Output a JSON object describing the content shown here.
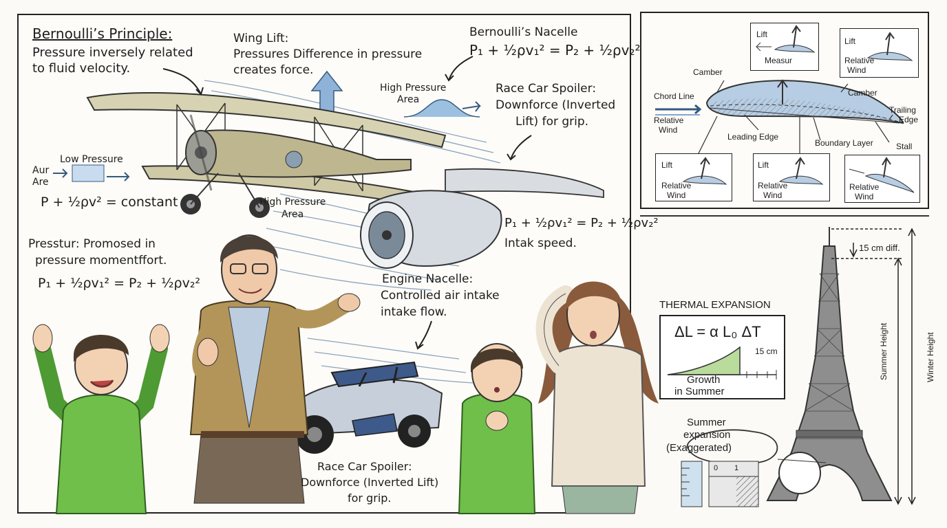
{
  "main_panel": {
    "bernoulli_title": "Bernoulli’s Principle:",
    "bernoulli_desc_1": "Pressure inversely related",
    "bernoulli_desc_2": "to fluid velocity.",
    "wing_lift_title": "Wing Lift:",
    "wing_lift_desc_1": "Pressures Difference in pressure",
    "wing_lift_desc_2": "creates force.",
    "nacelle_title": "Bernoulli’s Nacelle",
    "nacelle_equation": "P₁ + ½ρv₁² = P₂ + ½ρv₂²",
    "high_pressure_top_1": "High Pressure",
    "high_pressure_top_2": "Area",
    "spoiler_top_1": "Race Car Spoiler:",
    "spoiler_top_2": "Downforce (Inverted",
    "spoiler_top_3": "Lift) for grip.",
    "air_label_1": "Aur",
    "air_label_2": "Are",
    "low_pressure": "Low Pressure",
    "constant_equation": "P + ½ρv² = constant",
    "high_pressure_mid_1": "High Pressure",
    "high_pressure_mid_2": "Area",
    "intake_equation": "P₁ + ½ρv₁² = P₂ + ½ρv₂²",
    "intake_speed": "Intak speed.",
    "pressure_note_1": "Presstur: Promosed in",
    "pressure_note_2": "pressure momentffort.",
    "pressure_equation": "P₁ + ½ρv₁² = P₂ + ½ρv₂²",
    "engine_title": "Engine Nacelle:",
    "engine_desc_1": "Controlled air intake",
    "engine_desc_2": "intake flow.",
    "spoiler_bottom_1": "Race Car Spoiler:",
    "spoiler_bottom_2": "Downforce (Inverted Lift)",
    "spoiler_bottom_3": "for grip."
  },
  "airfoil_panel": {
    "inset_top_left_lift": "Lift",
    "inset_top_left_measure": "Measur",
    "inset_top_right_lift": "Lift",
    "inset_top_right_rw_1": "Relative",
    "inset_top_right_rw_2": "Wind",
    "camber_left": "Camber",
    "camber_right": "Camber",
    "chord_line": "Chord Line",
    "relative_wind_1": "Relative",
    "relative_wind_2": "Wind",
    "trailing_edge_1": "Trailing",
    "trailing_edge_2": "Edge",
    "leading_edge": "Leading Edge",
    "boundary_layer": "Boundary Layer",
    "stall": "Stall",
    "bottom_insets": [
      {
        "lift": "Lift",
        "rw_1": "Relative",
        "rw_2": "Wind"
      },
      {
        "lift": "Lift",
        "rw_1": "Relative",
        "rw_2": "Wind"
      },
      {
        "lift": "",
        "rw_1": "Relative",
        "rw_2": "Wind"
      }
    ]
  },
  "tower_panel": {
    "diff_label": "15 cm diff.",
    "thermal_title": "THERMAL EXPANSION",
    "formula": "ΔL = α L₀ ΔT",
    "measure_15": "15 cm",
    "growth_1": "Growth",
    "growth_2": "in Summer",
    "summer_exp_1": "Summer",
    "summer_exp_2": "expansion",
    "summer_exp_3": "(Exaggerated)",
    "summer_height": "Summer Height",
    "winter_height": "Winter Height",
    "ruler_0": "0",
    "ruler_1": "1"
  },
  "colors": {
    "ink": "#1d1d1d",
    "sky_blue": "#7fa7cf",
    "green_hoodie": "#6fbf4a",
    "tan_jacket": "#b3955a",
    "tower_iron": "#5a5a5a"
  }
}
